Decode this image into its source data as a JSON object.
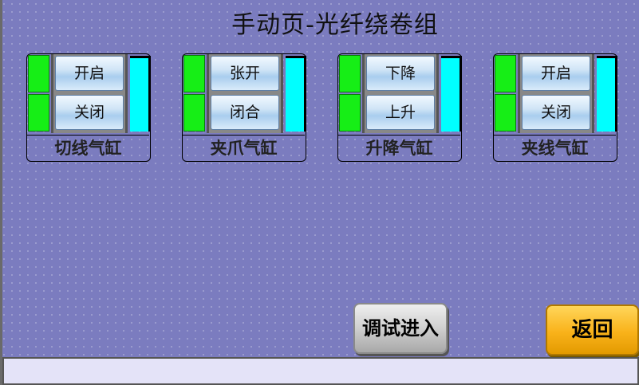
{
  "title": "手动页-光纤绕卷组",
  "groups": [
    {
      "label": "切线气缸",
      "btn1": "开启",
      "btn2": "关闭"
    },
    {
      "label": "夹爪气缸",
      "btn1": "张开",
      "btn2": "闭合"
    },
    {
      "label": "升降气缸",
      "btn1": "下降",
      "btn2": "上升"
    },
    {
      "label": "夹线气缸",
      "btn1": "开启",
      "btn2": "关闭"
    }
  ],
  "buttons": {
    "debug": "调试进入",
    "back": "返回"
  },
  "colors": {
    "background": "#7b7cbf",
    "indicator": "#16ee16",
    "cyan": "#00ffff",
    "back_button": "#f9b21a"
  }
}
